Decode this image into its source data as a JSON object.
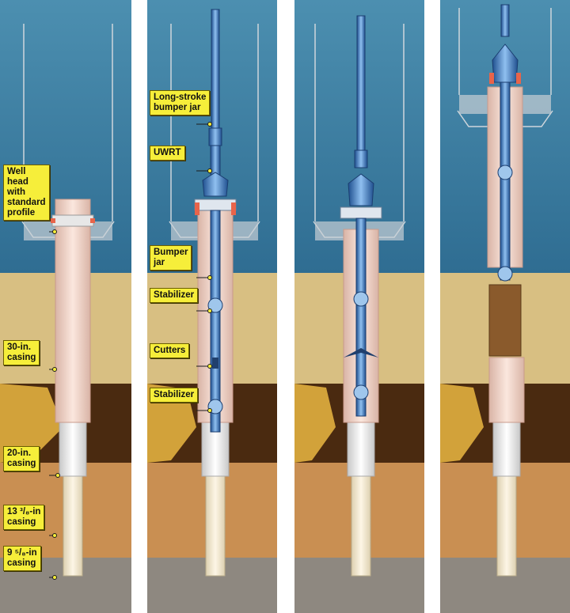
{
  "labels": {
    "wellhead": [
      "Well",
      "head",
      "with",
      "standard",
      "profile"
    ],
    "casing_30": [
      "30-in.",
      "casing"
    ],
    "casing_20": [
      "20-in.",
      "casing"
    ],
    "casing_13": [
      "13 ³/₈-in",
      "casing"
    ],
    "casing_9": [
      "9 ⁵/₈-in",
      "casing"
    ],
    "long_stroke": [
      "Long-stroke",
      "bumper jar"
    ],
    "uwrt": [
      "UWRT"
    ],
    "bumper_jar": [
      "Bumper",
      "jar"
    ],
    "stabilizer_1": [
      "Stabilizer"
    ],
    "cutters": [
      "Cutters"
    ],
    "stabilizer_2": [
      "Stabilizer"
    ]
  },
  "colors": {
    "sea": "#3f7fa0",
    "sand": "#d8bf82",
    "dark_soil": "#4a2a10",
    "brown_layer": "#c98f52",
    "seabed_rock": "#8e8880",
    "label_bg": "#f6ee3a",
    "casing_pink": "#f3d4c6",
    "tool_blue": "#3b78c8"
  }
}
